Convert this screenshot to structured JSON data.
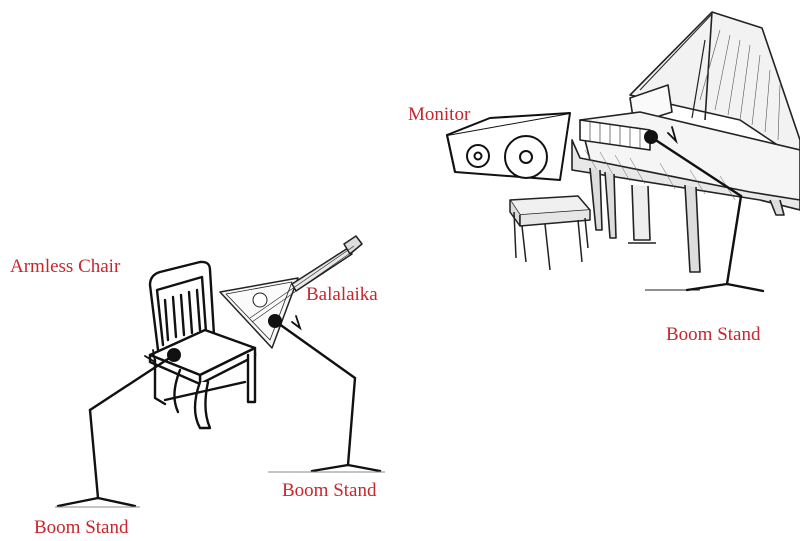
{
  "colors": {
    "label": "#c8262c",
    "ink": "#111111",
    "sketch": "#333333"
  },
  "labels": {
    "monitor": "Monitor",
    "armless_chair": "Armless Chair",
    "balalaika": "Balalaika",
    "boom_stand_piano": "Boom Stand",
    "boom_stand_balalaika": "Boom Stand",
    "boom_stand_chair": "Boom Stand"
  },
  "icons": {
    "piano": "grand-piano-icon",
    "monitor": "monitor-speaker-icon",
    "chair": "armless-chair-icon",
    "balalaika": "balalaika-icon",
    "stand": "boom-stand-icon",
    "mic": "microphone-icon"
  }
}
